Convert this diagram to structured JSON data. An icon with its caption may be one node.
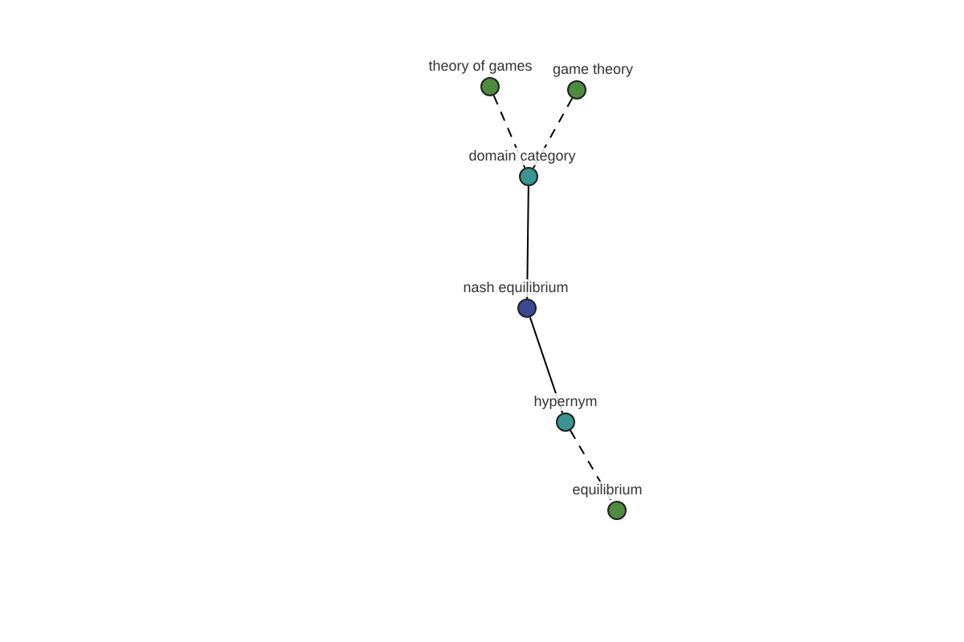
{
  "diagram": {
    "nodes": [
      {
        "text": [
          "theory of games"
        ]
      },
      {
        "text": [
          "game theory"
        ]
      },
      {
        "text": [
          "domain category"
        ]
      },
      {
        "text": [
          "nash equilibrium"
        ]
      },
      {
        "text": [
          "hypernym"
        ]
      },
      {
        "text": [
          "equilibrium"
        ]
      }
    ],
    "edges": [
      {
        "from": 0,
        "to": 2,
        "arrow": "none",
        "style": "dashed"
      },
      {
        "from": 1,
        "to": 2,
        "arrow": "none",
        "style": "dashed"
      },
      {
        "from": 2,
        "to": 3,
        "arrow": "none"
      },
      {
        "from": 3,
        "to": 4,
        "arrow": "none"
      },
      {
        "from": 4,
        "to": 5,
        "arrow": "none",
        "style": "dashed"
      }
    ]
  }
}
